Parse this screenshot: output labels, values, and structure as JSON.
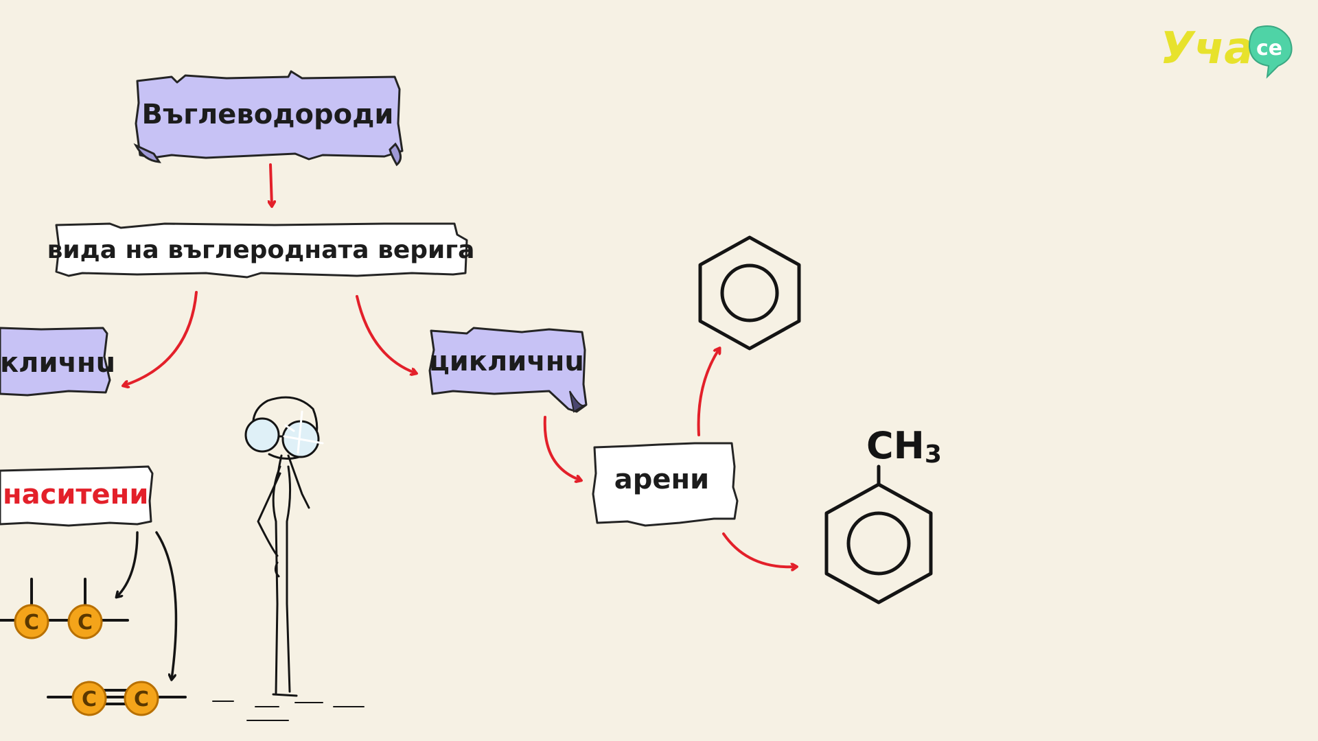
{
  "logo": {
    "main_text": "Уча",
    "badge_text": "се",
    "main_color": "#e7e22c",
    "badge_color": "#4fd3a6"
  },
  "diagram": {
    "root_label": "Въглеводороди",
    "criterion_label": "вида на въглеродната верига",
    "left_branch_label": "кличнu",
    "right_branch_label": "цикличнu",
    "saturated_label": "наситени",
    "arenes_label": "арени",
    "toluene_substituent": {
      "base": "CH",
      "subscript": "3"
    },
    "atom_symbol": "C"
  },
  "colors": {
    "background": "#f6f1e4",
    "purple_scroll": "#c7c2f5",
    "white_card": "#ffffff",
    "arrow_red": "#e3202a",
    "atom_orange": "#f4a41a",
    "ink": "#141414"
  },
  "icons": {
    "benzene_structure": "benzene-ring-icon",
    "toluene_structure": "toluene-ring-icon",
    "thinking_figure": "stick-figure-with-glasses-icon"
  }
}
